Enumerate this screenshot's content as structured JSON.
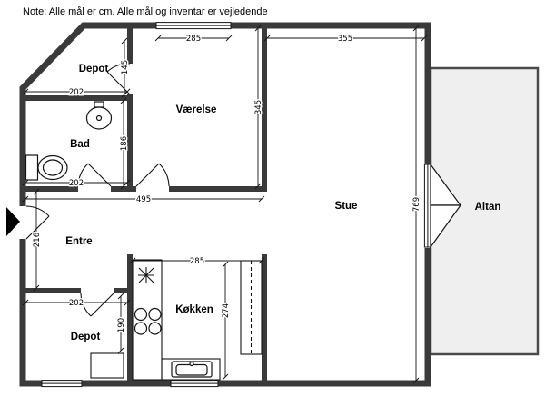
{
  "note": "Note: Alle mål er cm. Alle mål og inventar er vejledende",
  "rooms": {
    "depot_top": "Depot",
    "vaerelse": "Værelse",
    "bad": "Bad",
    "entre": "Entre",
    "stue": "Stue",
    "altan": "Altan",
    "kokken": "Køkken",
    "depot_bottom": "Depot"
  },
  "dimensions": {
    "vaerelse_width": "285",
    "stue_width": "355",
    "depot_top_height": "145",
    "depot_top_width": "202",
    "vaerelse_height": "345",
    "bad_height": "186",
    "bad_width": "202",
    "hall_length": "495",
    "entre_height": "216",
    "stue_height": "769",
    "kokken_width": "285",
    "kokken_height": "274",
    "depot_bottom_width": "202",
    "depot_bottom_height": "190"
  },
  "colors": {
    "wall": "#3a3a3a",
    "line": "#141414",
    "altan_fill": "#efefef",
    "altan_stroke": "#4a4a4a"
  }
}
